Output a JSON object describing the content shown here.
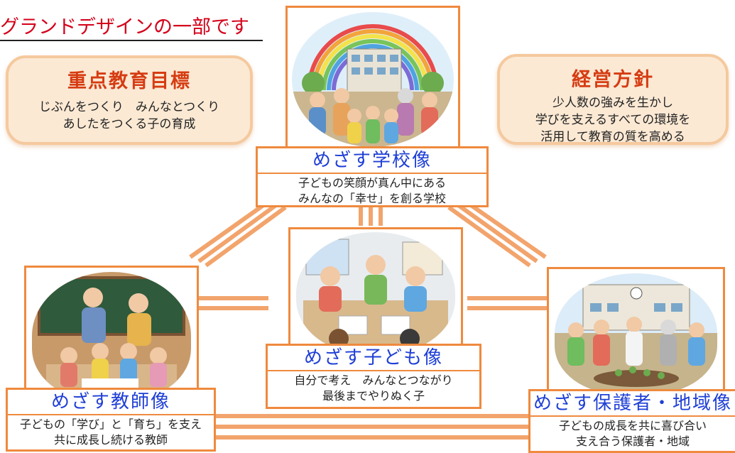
{
  "heading": {
    "text": "グランドデザインの一部です"
  },
  "focus_goal": {
    "title": "重点教育目標",
    "lines": [
      "じぶんをつくり　みんなとつくり",
      "あしたをつくる子の育成"
    ]
  },
  "policy": {
    "title": "経営方針",
    "lines": [
      "少人数の強みを生かし",
      "学びを支えるすべての環境を",
      "活用して教育の質を高める"
    ]
  },
  "school": {
    "title": "めざす学校像",
    "lines": [
      "子どもの笑顔が真ん中にある",
      "みんなの「幸せ」を創る学校"
    ]
  },
  "child": {
    "title": "めざす子ども像",
    "lines": [
      "自分で考え　みんなとつながり",
      "最後までやりぬく子"
    ]
  },
  "teacher": {
    "title": "めざす教師像",
    "lines": [
      "子どもの「学び」と「育ち」を支え",
      "共に成長し続ける教師"
    ]
  },
  "community": {
    "title": "めざす保護者・地域像",
    "lines": [
      "子どもの成長を共に喜び合い",
      "支え合う保護者・地域"
    ]
  },
  "colors": {
    "heading": "#d4001a",
    "accent_orange": "#ef8a3e",
    "title_blue": "#1f3fd6",
    "box_fill": "#fbe9d4"
  }
}
